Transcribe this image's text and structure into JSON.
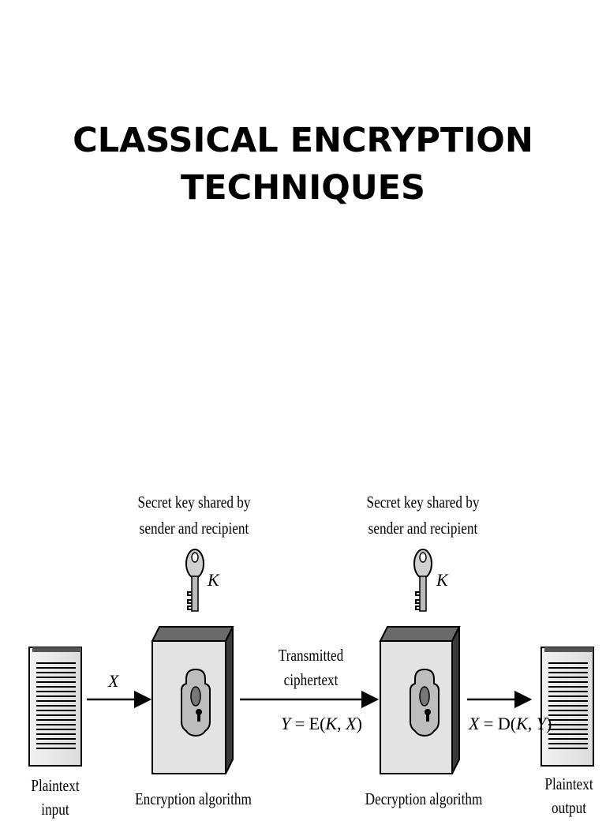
{
  "slide": {
    "title_line1": "CLASSICAL ENCRYPTION",
    "title_line2": "TECHNIQUES"
  },
  "diagram": {
    "key_left": {
      "line1": "Secret key shared by",
      "line2": "sender and recipient",
      "symbol": "K"
    },
    "key_right": {
      "line1": "Secret key shared by",
      "line2": "sender and recipient",
      "symbol": "K"
    },
    "input_symbol": "X",
    "transmitted": {
      "line1": "Transmitted",
      "line2": "ciphertext"
    },
    "formula_encrypt": {
      "lhs": "Y",
      "eq": " = E(",
      "k": "K",
      "sep": ", ",
      "x": "X",
      "close": ")"
    },
    "formula_decrypt": {
      "lhs": "X",
      "eq": " = D(",
      "k": "K",
      "sep": ", ",
      "y": "Y",
      "close": ")"
    },
    "plaintext_input": {
      "line1": "Plaintext",
      "line2": "input"
    },
    "plaintext_output": {
      "line1": "Plaintext",
      "line2": "output"
    },
    "encryption_label": "Encryption algorithm",
    "decryption_label": "Decryption algorithm",
    "icons": [
      "document-icon",
      "key-icon",
      "lock-box-icon",
      "arrow-icon"
    ]
  }
}
